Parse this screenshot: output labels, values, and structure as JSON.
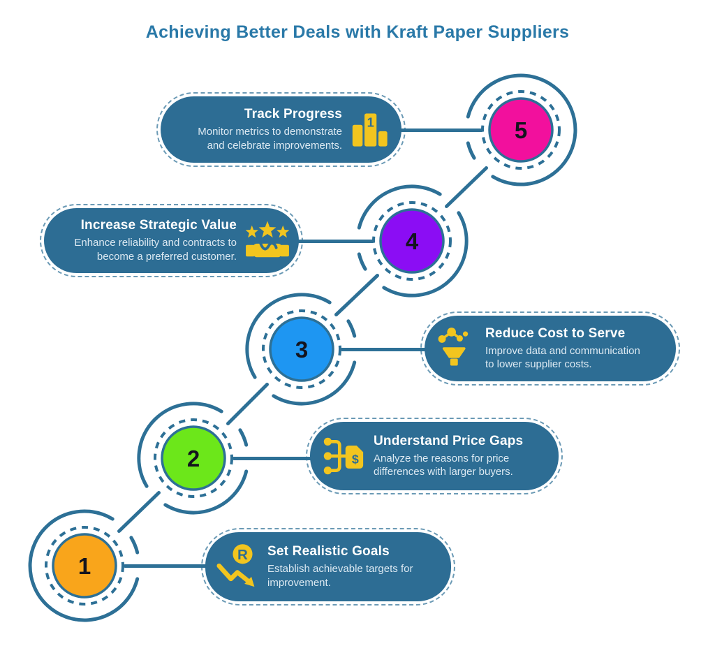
{
  "title": "Achieving Better Deals with Kraft Paper Suppliers",
  "colors": {
    "accent_teal": "#2D7096",
    "card_background": "#2D6D94",
    "heading_text": "#2A79A8",
    "icon_yellow": "#F2C51F",
    "number_text": "#14141E"
  },
  "steps": [
    {
      "number": "1",
      "title": "Set Realistic Goals",
      "description": "Establish achievable targets for improvement.",
      "color": "#F9A51B",
      "icon": "declining-trend-coin"
    },
    {
      "number": "2",
      "title": "Understand Price Gaps",
      "description": "Analyze the reasons for price differences with larger buyers.",
      "color": "#6CE71A",
      "icon": "flow-price-tag"
    },
    {
      "number": "3",
      "title": "Reduce Cost to Serve",
      "description": "Improve data and communication to lower supplier costs.",
      "color": "#1E96F2",
      "icon": "data-funnel"
    },
    {
      "number": "4",
      "title": "Increase Strategic Value",
      "description": "Enhance reliability and contracts to become a preferred customer.",
      "color": "#8B0DF4",
      "icon": "stars-handshake"
    },
    {
      "number": "5",
      "title": "Track Progress",
      "description": "Monitor metrics to demonstrate and celebrate improvements.",
      "color": "#F2109D",
      "icon": "winner-podium"
    }
  ]
}
